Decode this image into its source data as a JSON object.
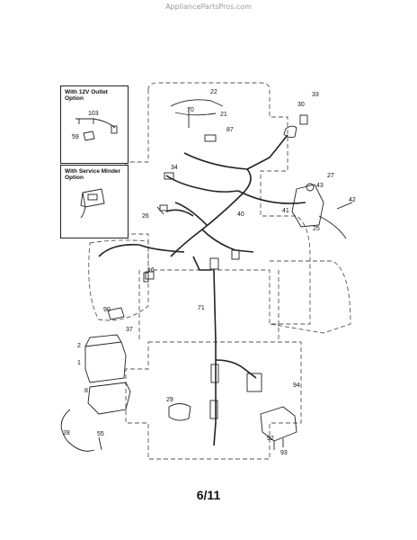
{
  "watermark": "AppliancePartsPros.com",
  "page_number": "6/11",
  "insets": {
    "outlet_option": {
      "title": "With 12V Outlet Option",
      "callouts": [
        "103",
        "59"
      ]
    },
    "minder_option": {
      "title": "With Service Minder Option"
    }
  },
  "callouts": [
    "22",
    "70",
    "21",
    "87",
    "33",
    "30",
    "34",
    "27",
    "43",
    "42",
    "26",
    "40",
    "41",
    "25",
    "16",
    "71",
    "90",
    "37",
    "2",
    "1",
    "8",
    "29",
    "94",
    "28",
    "55",
    "92",
    "93"
  ]
}
